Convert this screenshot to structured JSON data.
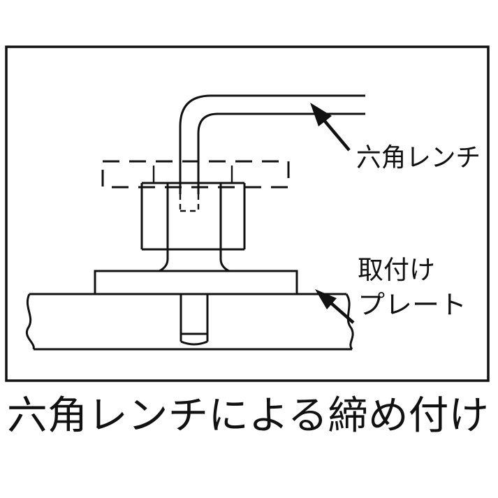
{
  "diagram": {
    "wrench_label": "六角レンチ",
    "plate_label_line1": "取付け",
    "plate_label_line2": "プレート",
    "caption": "六角レンチによる締め付け"
  },
  "colors": {
    "line": "#111111",
    "background": "#ffffff"
  }
}
